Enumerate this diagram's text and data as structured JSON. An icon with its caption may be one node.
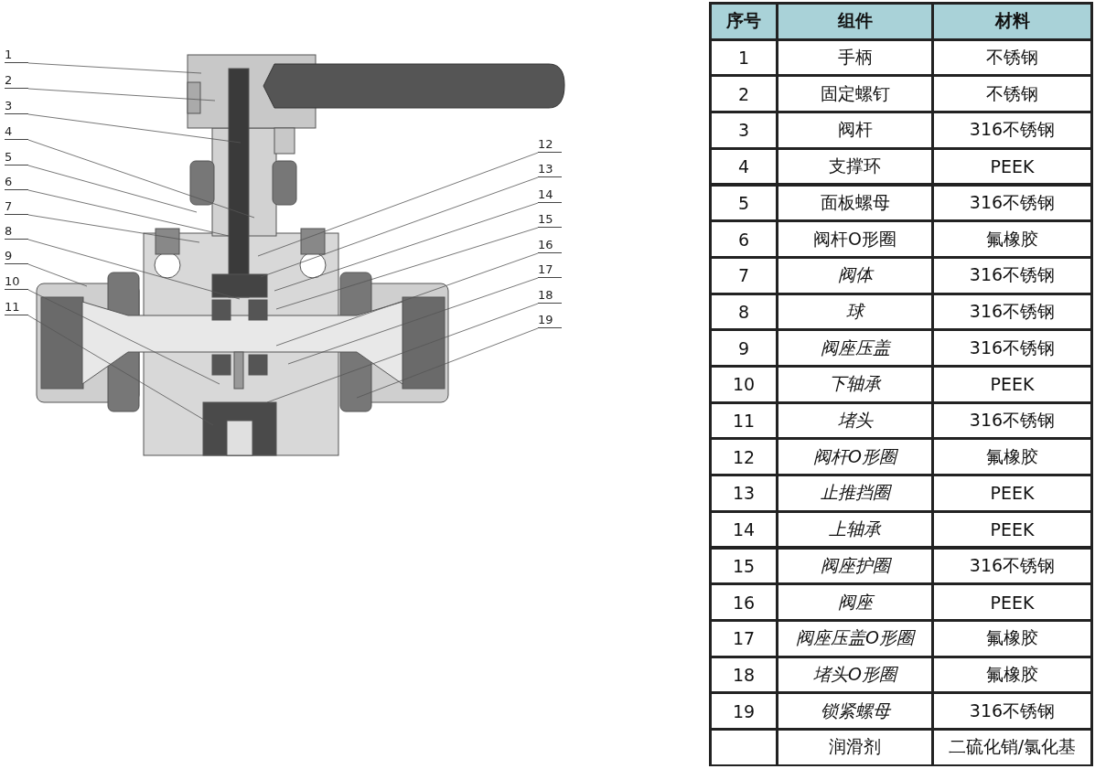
{
  "diagram": {
    "nodes": [
      {
        "text": [
          "1"
        ]
      },
      {
        "text": [
          "2"
        ]
      },
      {
        "text": [
          "3"
        ]
      },
      {
        "text": [
          "4"
        ]
      },
      {
        "text": [
          "5"
        ]
      },
      {
        "text": [
          "6"
        ]
      },
      {
        "text": [
          "7"
        ]
      },
      {
        "text": [
          "8"
        ]
      },
      {
        "text": [
          "9"
        ]
      },
      {
        "text": [
          "10"
        ]
      },
      {
        "text": [
          "11"
        ]
      },
      {
        "text": [
          "12"
        ]
      },
      {
        "text": [
          "13"
        ]
      },
      {
        "text": [
          "14"
        ]
      },
      {
        "text": [
          "15"
        ]
      },
      {
        "text": [
          "16"
        ]
      },
      {
        "text": [
          "17"
        ]
      },
      {
        "text": [
          "18"
        ]
      },
      {
        "text": [
          "19"
        ]
      }
    ],
    "edges": [
      {
        "from": 0,
        "to": null,
        "arrow": "none"
      },
      {
        "from": 1,
        "to": null,
        "arrow": "none"
      },
      {
        "from": 2,
        "to": null,
        "arrow": "none"
      },
      {
        "from": 3,
        "to": null,
        "arrow": "none"
      },
      {
        "from": 4,
        "to": null,
        "arrow": "none"
      },
      {
        "from": 5,
        "to": null,
        "arrow": "none"
      },
      {
        "from": 6,
        "to": null,
        "arrow": "none"
      },
      {
        "from": 7,
        "to": null,
        "arrow": "none"
      },
      {
        "from": 8,
        "to": null,
        "arrow": "none"
      },
      {
        "from": 9,
        "to": null,
        "arrow": "none"
      },
      {
        "from": 10,
        "to": null,
        "arrow": "none"
      },
      {
        "from": 11,
        "to": null,
        "arrow": "none"
      },
      {
        "from": 12,
        "to": null,
        "arrow": "none"
      },
      {
        "from": 13,
        "to": null,
        "arrow": "none"
      },
      {
        "from": 14,
        "to": null,
        "arrow": "none"
      },
      {
        "from": 15,
        "to": null,
        "arrow": "none"
      },
      {
        "from": 16,
        "to": null,
        "arrow": "none"
      },
      {
        "from": 17,
        "to": null,
        "arrow": "none"
      },
      {
        "from": 18,
        "to": null,
        "arrow": "none"
      }
    ],
    "labels": [
      "序号",
      "组件",
      "材料",
      "1",
      "手柄",
      "不锈钢",
      "2",
      "固定螺钉",
      "不锈钢",
      "3",
      "阀杆",
      "316不锈钢",
      "4",
      "支撑环",
      "PEEK",
      "5",
      "面板螺母",
      "316不锈钢",
      "6",
      "阀杆O形圈",
      "氟橡胶",
      "7",
      "阀体",
      "316不锈钢",
      "8",
      "球",
      "316不锈钢",
      "9",
      "阀座压盖",
      "316不锈钢",
      "10",
      "下轴承",
      "PEEK",
      "11",
      "堵头",
      "316不锈钢",
      "12",
      "阀杆O形圈",
      "氟橡胶",
      "13",
      "止推挡圈",
      "PEEK",
      "14",
      "上轴承",
      "PEEK",
      "15",
      "阀座护圈",
      "316不锈钢",
      "16",
      "阀座",
      "PEEK",
      "17",
      "阀座压盖O形圈",
      "氟橡胶",
      "18",
      "堵头O形圈",
      "氟橡胶",
      "19",
      "锁紧螺母",
      "316不锈钢",
      "润滑剂",
      "二硫化销/氯化基"
    ]
  }
}
